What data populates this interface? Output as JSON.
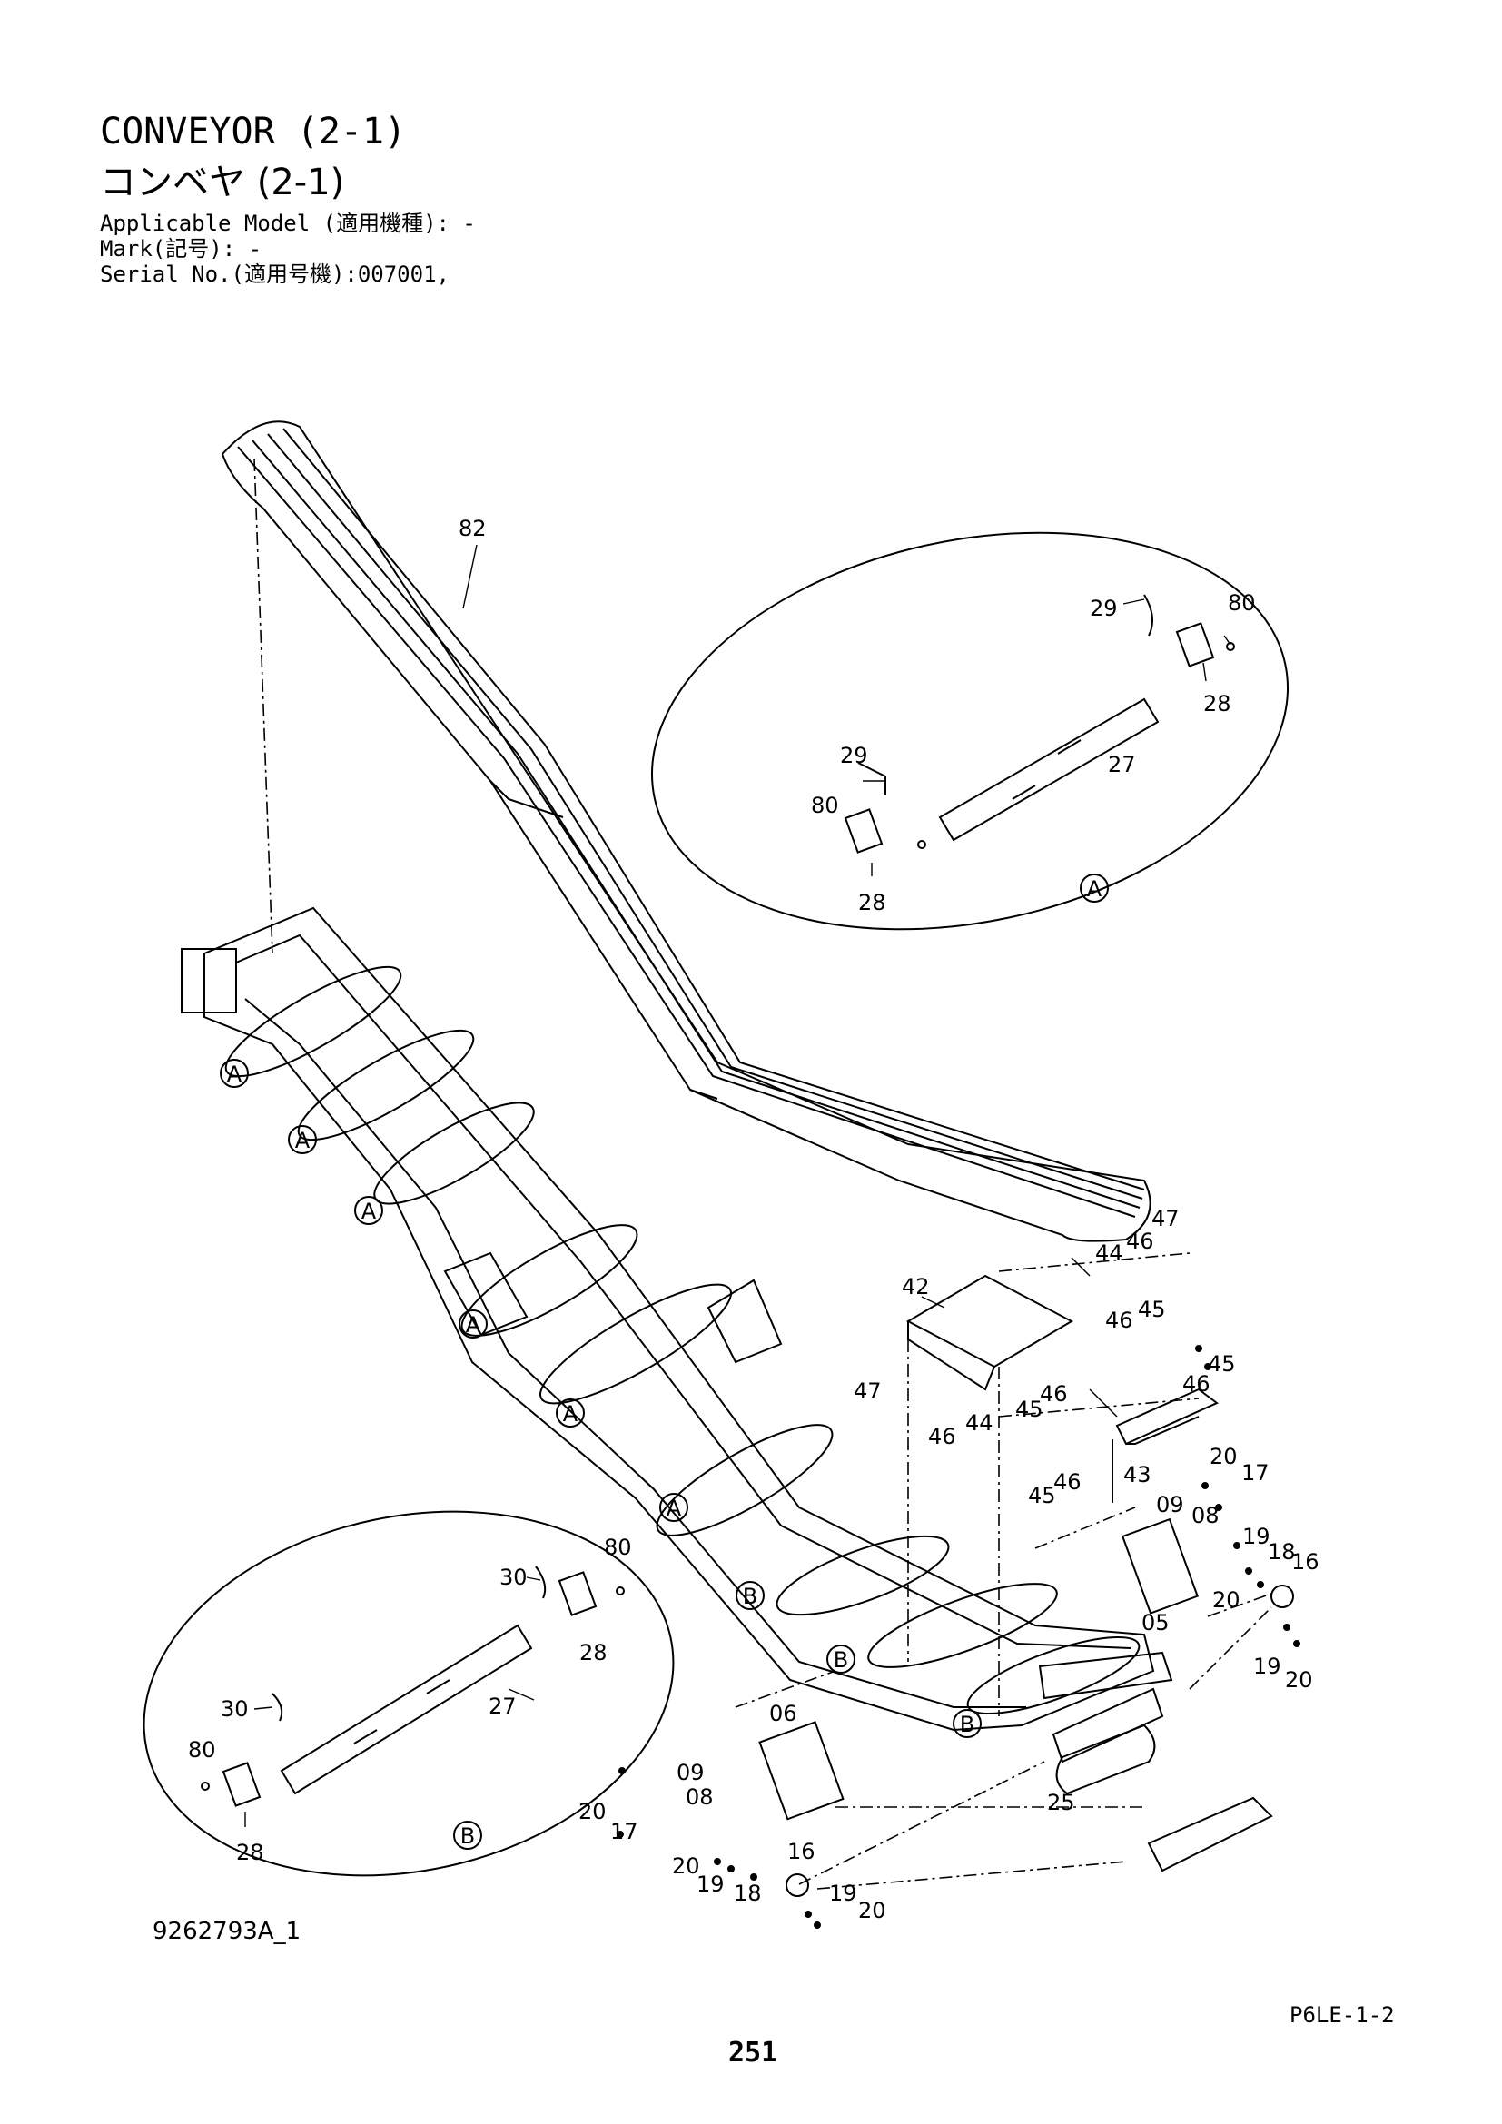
{
  "header": {
    "title_en": "CONVEYOR (2-1)",
    "title_jp": "コンベヤ (2-1)",
    "applicable_model": "Applicable Model (適用機種): -",
    "mark": "Mark(記号): -",
    "serial_no": "Serial No.(適用号機):007001,"
  },
  "detail_markers": {
    "a": "A",
    "b": "B"
  },
  "part_labels": {
    "belt": "82",
    "detA_29_top": "29",
    "detA_80_top": "80",
    "detA_28_top": "28",
    "detA_27": "27",
    "detA_29_bot": "29",
    "detA_80_bot": "80",
    "detA_28_bot": "28",
    "detB_30_top": "30",
    "detB_80_top": "80",
    "detB_28_top": "28",
    "detB_27": "27",
    "detB_30_bot": "30",
    "detB_80_bot": "80",
    "detB_28_bot": "28",
    "l42": "42",
    "l44a": "44",
    "l46a": "46",
    "l47a": "47",
    "l46b": "46",
    "l45b": "45",
    "l45c": "45",
    "l46c": "46",
    "l47b": "47",
    "l46d": "46",
    "l44b": "44",
    "l45d": "45",
    "l46e": "46",
    "l43": "43",
    "l45e": "45",
    "l46f": "46",
    "l20a": "20",
    "l17a": "17",
    "l09a": "09",
    "l08a": "08",
    "l19a": "19",
    "l18a": "18",
    "l16a": "16",
    "l20b": "20",
    "l05": "05",
    "l19b": "19",
    "l20c": "20",
    "l06": "06",
    "l09b": "09",
    "l08b": "08",
    "l20d": "20",
    "l17b": "17",
    "l25": "25",
    "l20e": "20",
    "l19c": "19",
    "l18b": "18",
    "l16b": "16",
    "l19d": "19",
    "l20f": "20"
  },
  "footer": {
    "drawing_id": "9262793A_1",
    "page_ref": "P6LE-1-2",
    "page_number": "251"
  }
}
